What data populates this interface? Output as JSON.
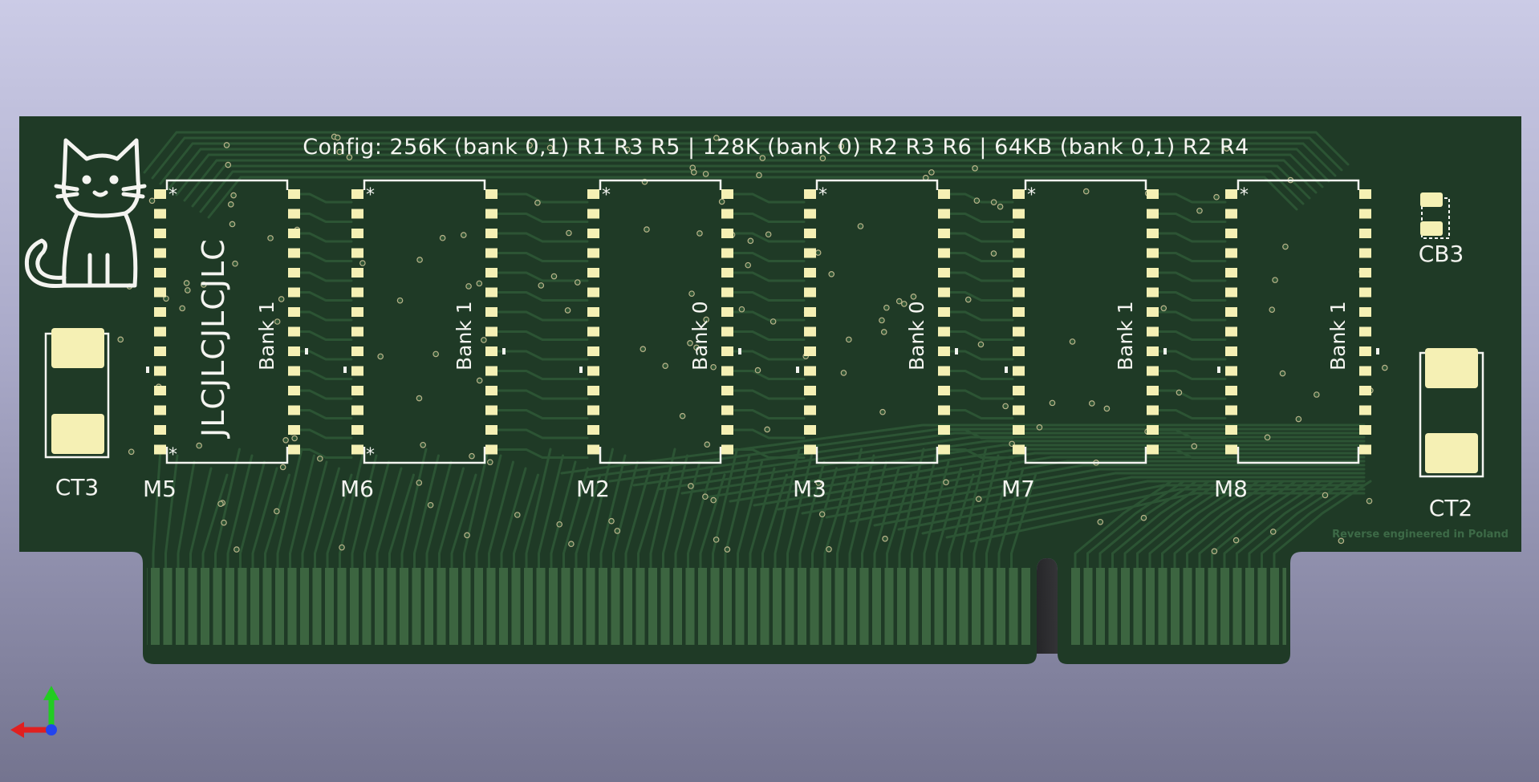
{
  "board": {
    "config_text": "Config: 256K (bank 0,1) R1 R3 R5 | 128K (bank 0) R2 R3 R6 | 64KB (bank 0,1) R2 R4",
    "credit_text": "Reverse engineered in Poland",
    "vertical_logo_text": "JLCJLCJLCJLC",
    "colors": {
      "substrate": "#1f3a26",
      "trace": "#2c5434",
      "pad": "#f5f0b4",
      "silkscreen": "#f4f4f0",
      "edge_finger": "#3c6540",
      "credit": "#3d6a47"
    }
  },
  "chips": [
    {
      "ref": "M5",
      "bank": "Bank 1",
      "pin1_marker": "*"
    },
    {
      "ref": "M6",
      "bank": "Bank 1",
      "pin1_marker": "*"
    },
    {
      "ref": "M2",
      "bank": "Bank 0",
      "pin1_marker": "*"
    },
    {
      "ref": "M3",
      "bank": "Bank 0",
      "pin1_marker": "*"
    },
    {
      "ref": "M7",
      "bank": "Bank 1",
      "pin1_marker": "*"
    },
    {
      "ref": "M8",
      "bank": "Bank 1",
      "pin1_marker": "*"
    }
  ],
  "capacitors": [
    {
      "ref": "CT3"
    },
    {
      "ref": "CT2"
    },
    {
      "ref": "CB3"
    }
  ],
  "logo_icon": "sitting-cat-icon",
  "axis_icon": "xyz-axis-icon"
}
